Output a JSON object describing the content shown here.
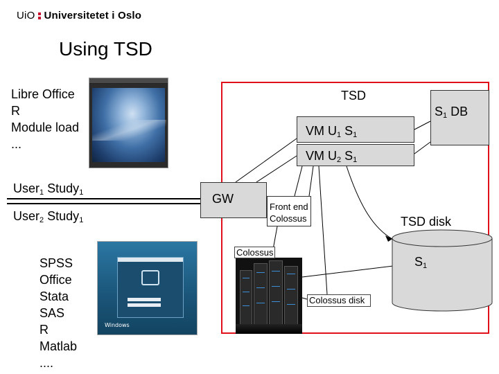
{
  "header": {
    "logo_prefix": "UiO",
    "logo_text": "Universitetet i Oslo",
    "accent_color": "#c8102e"
  },
  "slide": {
    "title": "Using TSD"
  },
  "left_top_list": [
    "Libre Office",
    "R",
    "Module load",
    "..."
  ],
  "users": [
    {
      "name": "User",
      "index": "1",
      "study": "Study",
      "study_index": "1"
    },
    {
      "name": "User",
      "index": "2",
      "study": "Study",
      "study_index": "1"
    }
  ],
  "left_bottom_list": [
    "SPSS",
    "Office",
    "Stata",
    "SAS",
    "R",
    "Matlab",
    "...."
  ],
  "tsd": {
    "label": "TSD",
    "border_color": "#e0101a",
    "vm1": {
      "prefix": "VM U",
      "u": "1",
      "s": "S",
      "s_idx": "1"
    },
    "vm2": {
      "prefix": "VM U",
      "u": "2",
      "s": "S",
      "s_idx": "1"
    },
    "db": {
      "s": "S",
      "s_idx": "1",
      "suffix": "DB"
    },
    "gw": "GW",
    "front_end": [
      "Front end",
      "Colossus"
    ],
    "colossus": "Colossus",
    "colossus_disk": "Colossus disk",
    "tsd_disk": "TSD disk",
    "disk_s": "S",
    "disk_s_idx": "1"
  },
  "screens": {
    "windows_brand": "Windows"
  }
}
